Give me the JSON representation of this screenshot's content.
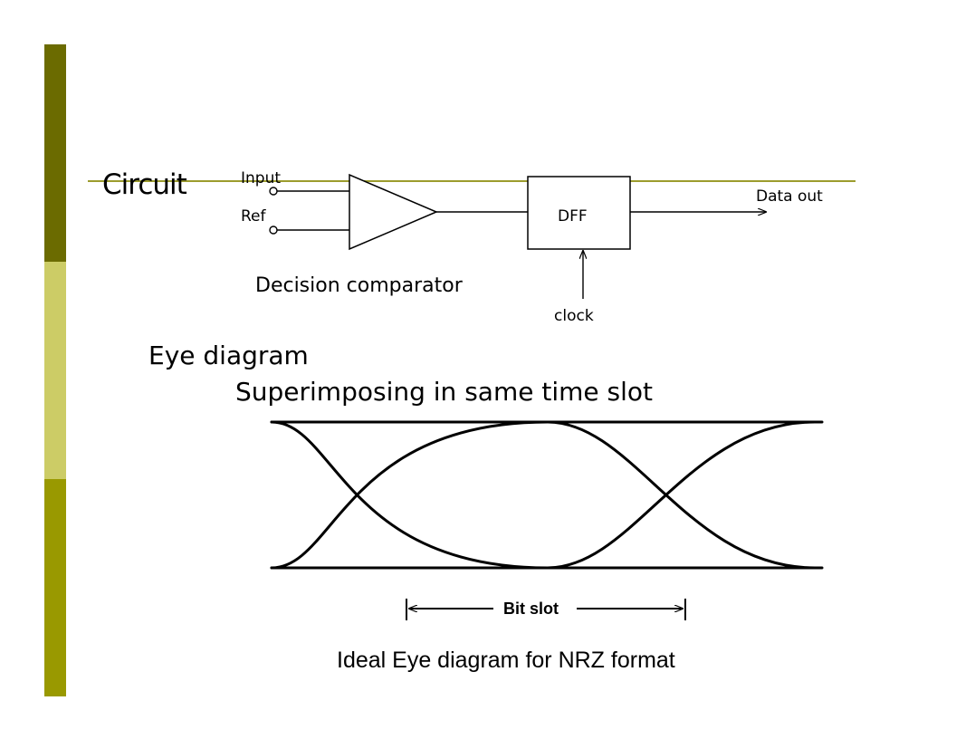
{
  "slide": {
    "title": "Circuit",
    "heading1": "Eye diagram",
    "heading2": "Superimposing in same time slot",
    "caption": "Ideal Eye diagram for NRZ format"
  },
  "circuit": {
    "input_label": "Input",
    "ref_label": "Ref",
    "comparator_label": "Decision comparator",
    "dff_label": "DFF",
    "clock_label": "clock",
    "output_label": "Data out"
  },
  "eye": {
    "bit_slot_label": "Bit slot"
  },
  "colors": {
    "sidebar_dark": "#6b6b00",
    "sidebar_light": "#cccc66",
    "sidebar_mid": "#999900",
    "rule": "#9c9c2e"
  }
}
